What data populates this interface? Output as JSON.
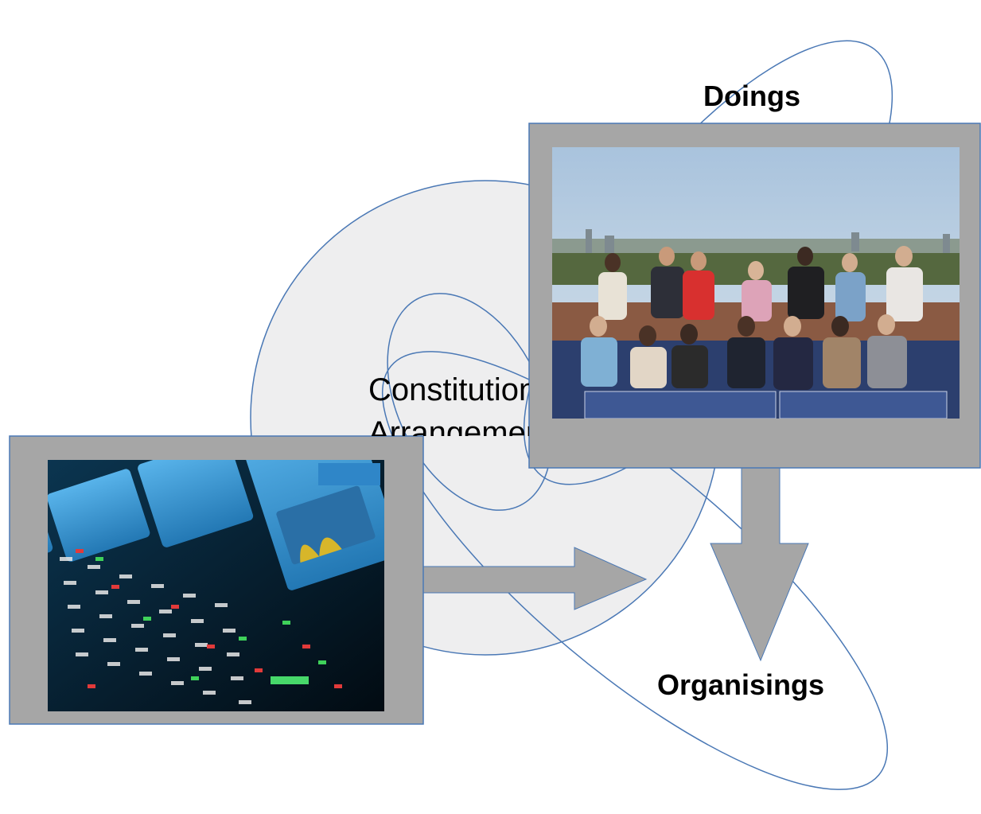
{
  "labels": {
    "doings": "Doings",
    "constitutional_line1": "Constitutional",
    "constitutional_line2": "Arrangements",
    "organisings": "Organisings"
  },
  "colors": {
    "outline": "#4a78b5",
    "frame": "#a6a6a6",
    "frame_border": "#4a78b5",
    "arrow": "#a6a6a6",
    "central_fill": "#eeeeef"
  },
  "images": {
    "left": "trading-screen-photo",
    "right": "group-rooftop-solar-photo"
  }
}
